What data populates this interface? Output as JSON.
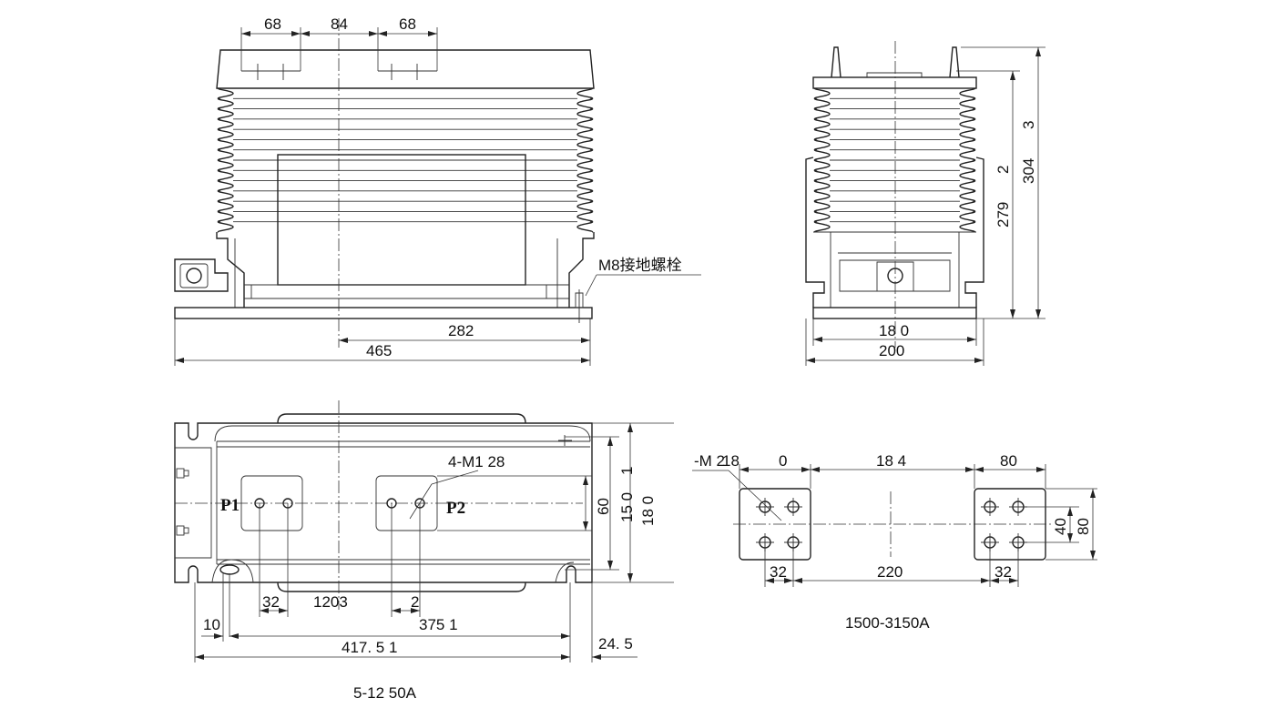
{
  "front_view": {
    "dims_top": [
      "68",
      "84",
      "68"
    ],
    "dim_282": "282",
    "dim_465": "465",
    "ground_bolt_label": "M8接地螺栓"
  },
  "side_view": {
    "dim_180": "18 0",
    "dim_200": "200",
    "dim_279": "279",
    "dim_2": "2",
    "dim_304": "304",
    "dim_3": "3"
  },
  "plan_view": {
    "p1": "P1",
    "p2": "P2",
    "hole_label": "4-M1  28",
    "dim_60": "60",
    "dim_150": "15 0",
    "dim_1": "1",
    "dim_180": "18 0",
    "dim_32": "32",
    "dim_1203": "1203",
    "dim_2": "2",
    "dim_10": "10",
    "dim_375": "375     1",
    "dim_4175": "417. 5    1",
    "dim_245": "24. 5",
    "caption": "5-12  50A"
  },
  "busbar_view": {
    "hole_label": "-M 2",
    "dim_18": "18",
    "dim_0": "0",
    "dim_184": "18 4",
    "dim_80_top": "80",
    "dim_32_left": "32",
    "dim_220": "220",
    "dim_32_right": "32",
    "dim_40": "40",
    "dim_80_right": "80",
    "caption": "1500-3150A"
  }
}
